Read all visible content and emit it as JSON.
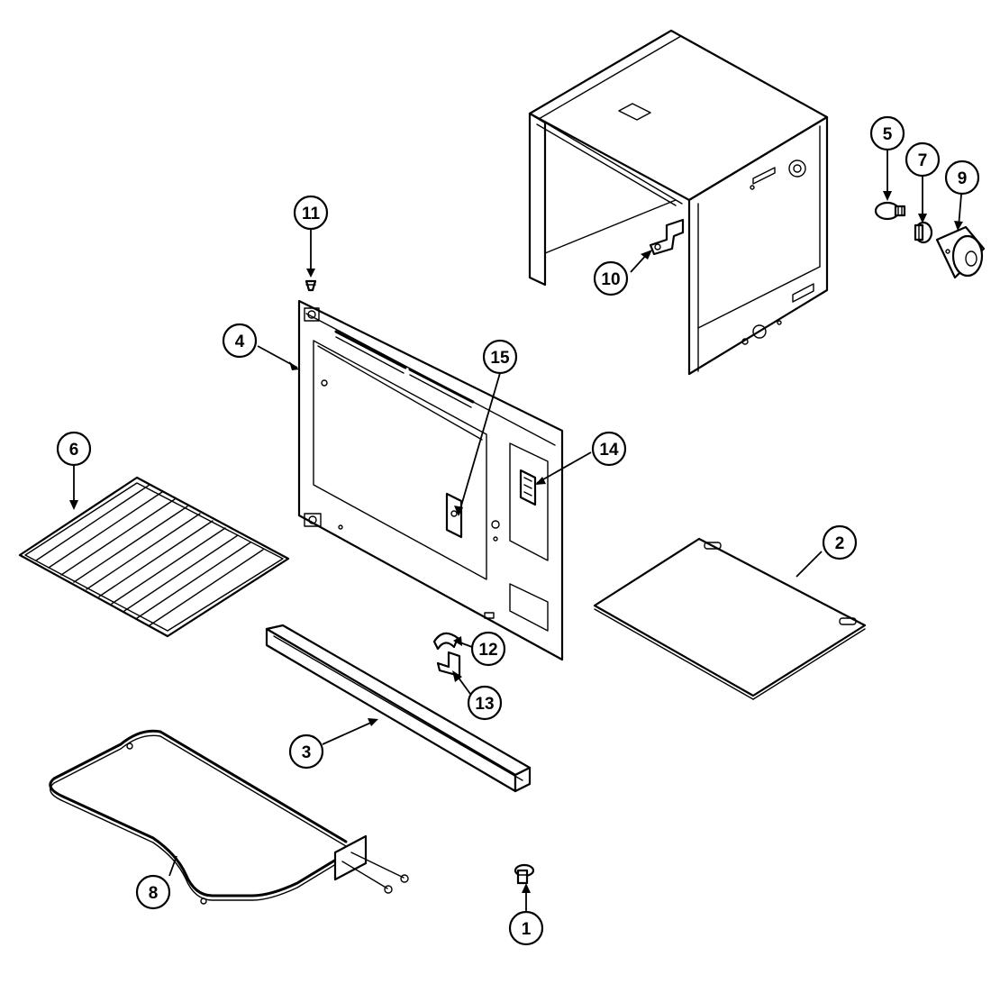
{
  "diagram": {
    "callouts": [
      {
        "label": "1",
        "part": "screw"
      },
      {
        "label": "2",
        "part": "bottom-panel"
      },
      {
        "label": "3",
        "part": "front-frame-rail"
      },
      {
        "label": "4",
        "part": "rear-panel"
      },
      {
        "label": "5",
        "part": "light-bulb"
      },
      {
        "label": "6",
        "part": "oven-rack"
      },
      {
        "label": "7",
        "part": "lamp-socket"
      },
      {
        "label": "8",
        "part": "bake-element"
      },
      {
        "label": "9",
        "part": "motor"
      },
      {
        "label": "10",
        "part": "bracket"
      },
      {
        "label": "11",
        "part": "screw"
      },
      {
        "label": "12",
        "part": "clip"
      },
      {
        "label": "13",
        "part": "bracket"
      },
      {
        "label": "14",
        "part": "connector"
      },
      {
        "label": "15",
        "part": "switch"
      }
    ]
  }
}
